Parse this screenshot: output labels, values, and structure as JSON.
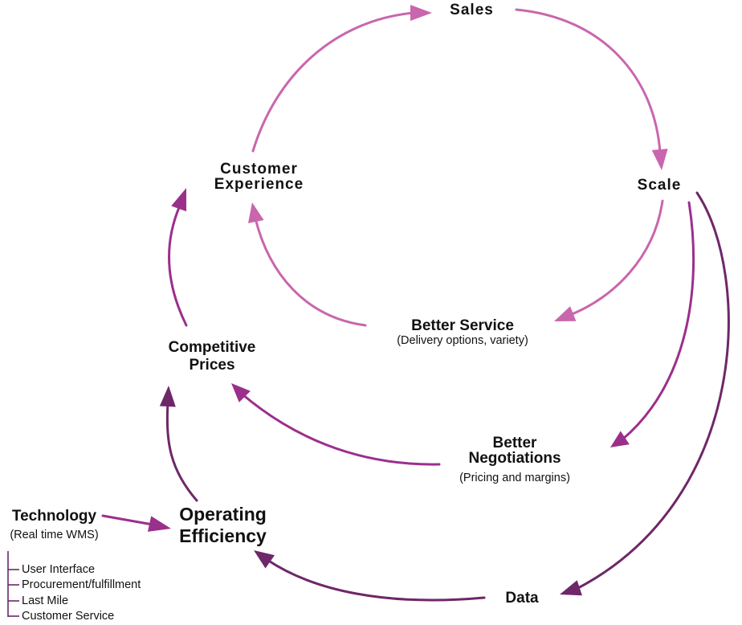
{
  "nodes": {
    "sales": {
      "label": "Sales"
    },
    "scale": {
      "label": "Scale"
    },
    "customer_experience": {
      "line1": "Customer",
      "line2": "Experience"
    },
    "better_service": {
      "label": "Better Service",
      "sub": "(Delivery options, variety)"
    },
    "competitive_prices": {
      "line1": "Competitive",
      "line2": "Prices"
    },
    "better_negotiations": {
      "line1": "Better",
      "line2": "Negotiations",
      "sub": "(Pricing and margins)"
    },
    "operating_efficiency": {
      "line1": "Operating",
      "line2": "Efficiency"
    },
    "data": {
      "label": "Data"
    },
    "technology": {
      "label": "Technology",
      "sub": "(Real time WMS)",
      "items": [
        "User Interface",
        "Procurement/fulfillment",
        "Last Mile",
        "Customer Service"
      ]
    }
  },
  "colors": {
    "light": "#c966ad",
    "medium": "#9b2f8c",
    "dark": "#6e2768",
    "text": "#111111"
  }
}
